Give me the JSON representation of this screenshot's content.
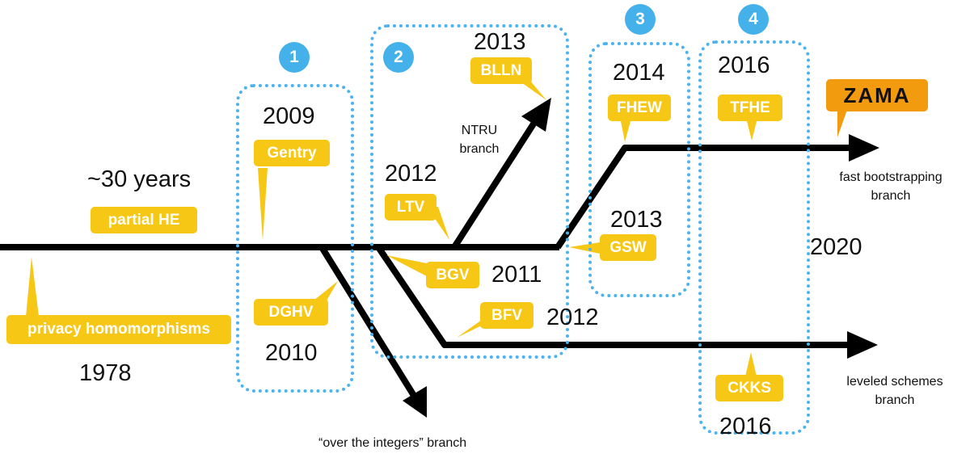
{
  "colors": {
    "timeline": "#000000",
    "tag_fill": "#f7c716",
    "era_border": "#4db3ee",
    "era_badge": "#45b1ea",
    "logo_fill": "#f39b0e"
  },
  "eras": [
    {
      "number": "1"
    },
    {
      "number": "2"
    },
    {
      "number": "3"
    },
    {
      "number": "4"
    }
  ],
  "schemes": {
    "privacy_homomorphisms": "privacy homomorphisms",
    "partial_he": "partial HE",
    "gentry": "Gentry",
    "dghv": "DGHV",
    "ltv": "LTV",
    "bgv": "BGV",
    "bfv": "BFV",
    "blln": "BLLN",
    "fhew": "FHEW",
    "gsw": "GSW",
    "tfhe": "TFHE",
    "ckks": "CKKS"
  },
  "years": {
    "privacy_homomorphisms": "1978",
    "partial_he": "~30 years",
    "gentry": "2009",
    "dghv": "2010",
    "ltv": "2012",
    "bgv": "2011",
    "bfv": "2012",
    "blln": "2013",
    "fhew": "2014",
    "gsw": "2013",
    "tfhe": "2016",
    "ckks": "2016",
    "present": "2020"
  },
  "branches": {
    "ntru": [
      "NTRU",
      "branch"
    ],
    "fast_bootstrapping": [
      "fast bootstrapping",
      "branch"
    ],
    "leveled": [
      "leveled schemes",
      "branch"
    ],
    "over_integers": "“over the integers” branch"
  },
  "logo": "ZAMA"
}
